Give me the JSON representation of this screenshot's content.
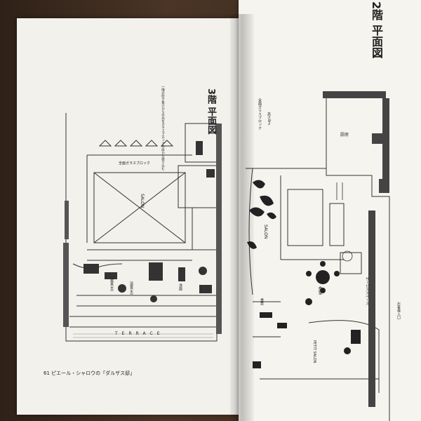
{
  "left_page": {
    "title": "3階 平面図",
    "caption": "61 ピエール・シャロウの「ダルザス邸」",
    "labels": {
      "salon": "SALON",
      "terrace": "TERRACE",
      "bedroom": "寝室(主)",
      "bathroom_main": "浴室(主)",
      "lavatory": "洗面",
      "note_main": "全面ガラスブロック",
      "note_lights": "一階の吹き抜けからの光をガラスブロックの床から取り込む"
    }
  },
  "right_page": {
    "title": "2階 平面図",
    "labels": {
      "kitchen": "厨房",
      "salon": "SALON",
      "petit_salon": "PETIT SALON",
      "dining": "食堂",
      "service_space": "サービススペース",
      "entrance": "お客様入口",
      "note_glass": "全面ガラスブロック",
      "note_size": "高さ9m",
      "library": "書斎"
    }
  }
}
